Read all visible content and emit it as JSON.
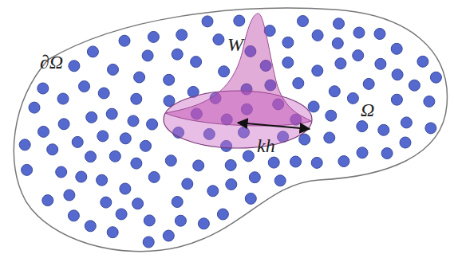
{
  "diagram": {
    "labels": [
      "∂Ω",
      "W",
      "Ω",
      "kh"
    ]
  }
}
